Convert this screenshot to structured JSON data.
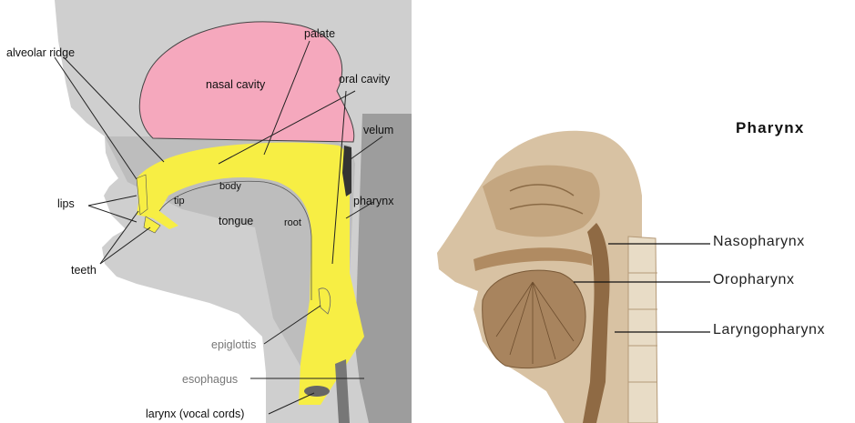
{
  "left_diagram": {
    "labels": {
      "alveolar_ridge": "alveolar ridge",
      "palate": "palate",
      "nasal_cavity": "nasal cavity",
      "oral_cavity": "oral cavity",
      "velum": "velum",
      "lips": "lips",
      "tip": "tip",
      "body": "body",
      "tongue": "tongue",
      "root": "root",
      "pharynx": "pharynx",
      "teeth": "teeth",
      "epiglottis": "epiglottis",
      "esophagus": "esophagus",
      "larynx": "larynx (vocal cords)"
    },
    "colors": {
      "nasal_cavity": "#f5a8bd",
      "vocal_tract": "#f7ee44",
      "head": "#cfcfcf",
      "dark_region": "#9d9d9d"
    }
  },
  "right_diagram": {
    "title": "Pharynx",
    "labels": {
      "nasopharynx": "Nasopharynx",
      "oropharynx": "Oropharynx",
      "laryngopharynx": "Laryngopharynx"
    },
    "colors": {
      "tissue": "#d8c2a3",
      "tissue_dark": "#a8845e"
    }
  }
}
